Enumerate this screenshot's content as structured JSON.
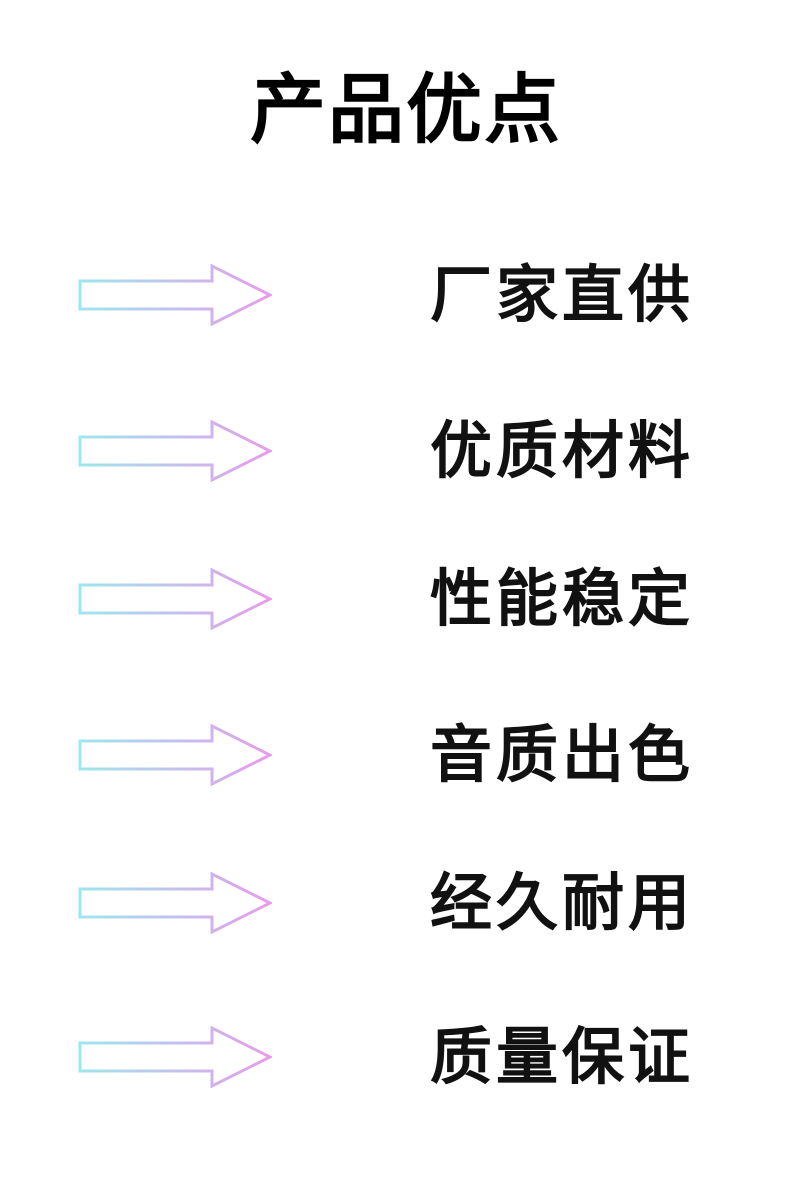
{
  "title": "产品优点",
  "colors": {
    "arrow_start": "#9ee6ee",
    "arrow_end": "#e79ce9",
    "text": "#111111",
    "background": "#ffffff"
  },
  "items": [
    {
      "label": "厂家直供",
      "icon": "right-arrow-icon"
    },
    {
      "label": "优质材料",
      "icon": "right-arrow-icon"
    },
    {
      "label": "性能稳定",
      "icon": "right-arrow-icon"
    },
    {
      "label": "音质出色",
      "icon": "right-arrow-icon"
    },
    {
      "label": "经久耐用",
      "icon": "right-arrow-icon"
    },
    {
      "label": "质量保证",
      "icon": "right-arrow-icon"
    }
  ]
}
